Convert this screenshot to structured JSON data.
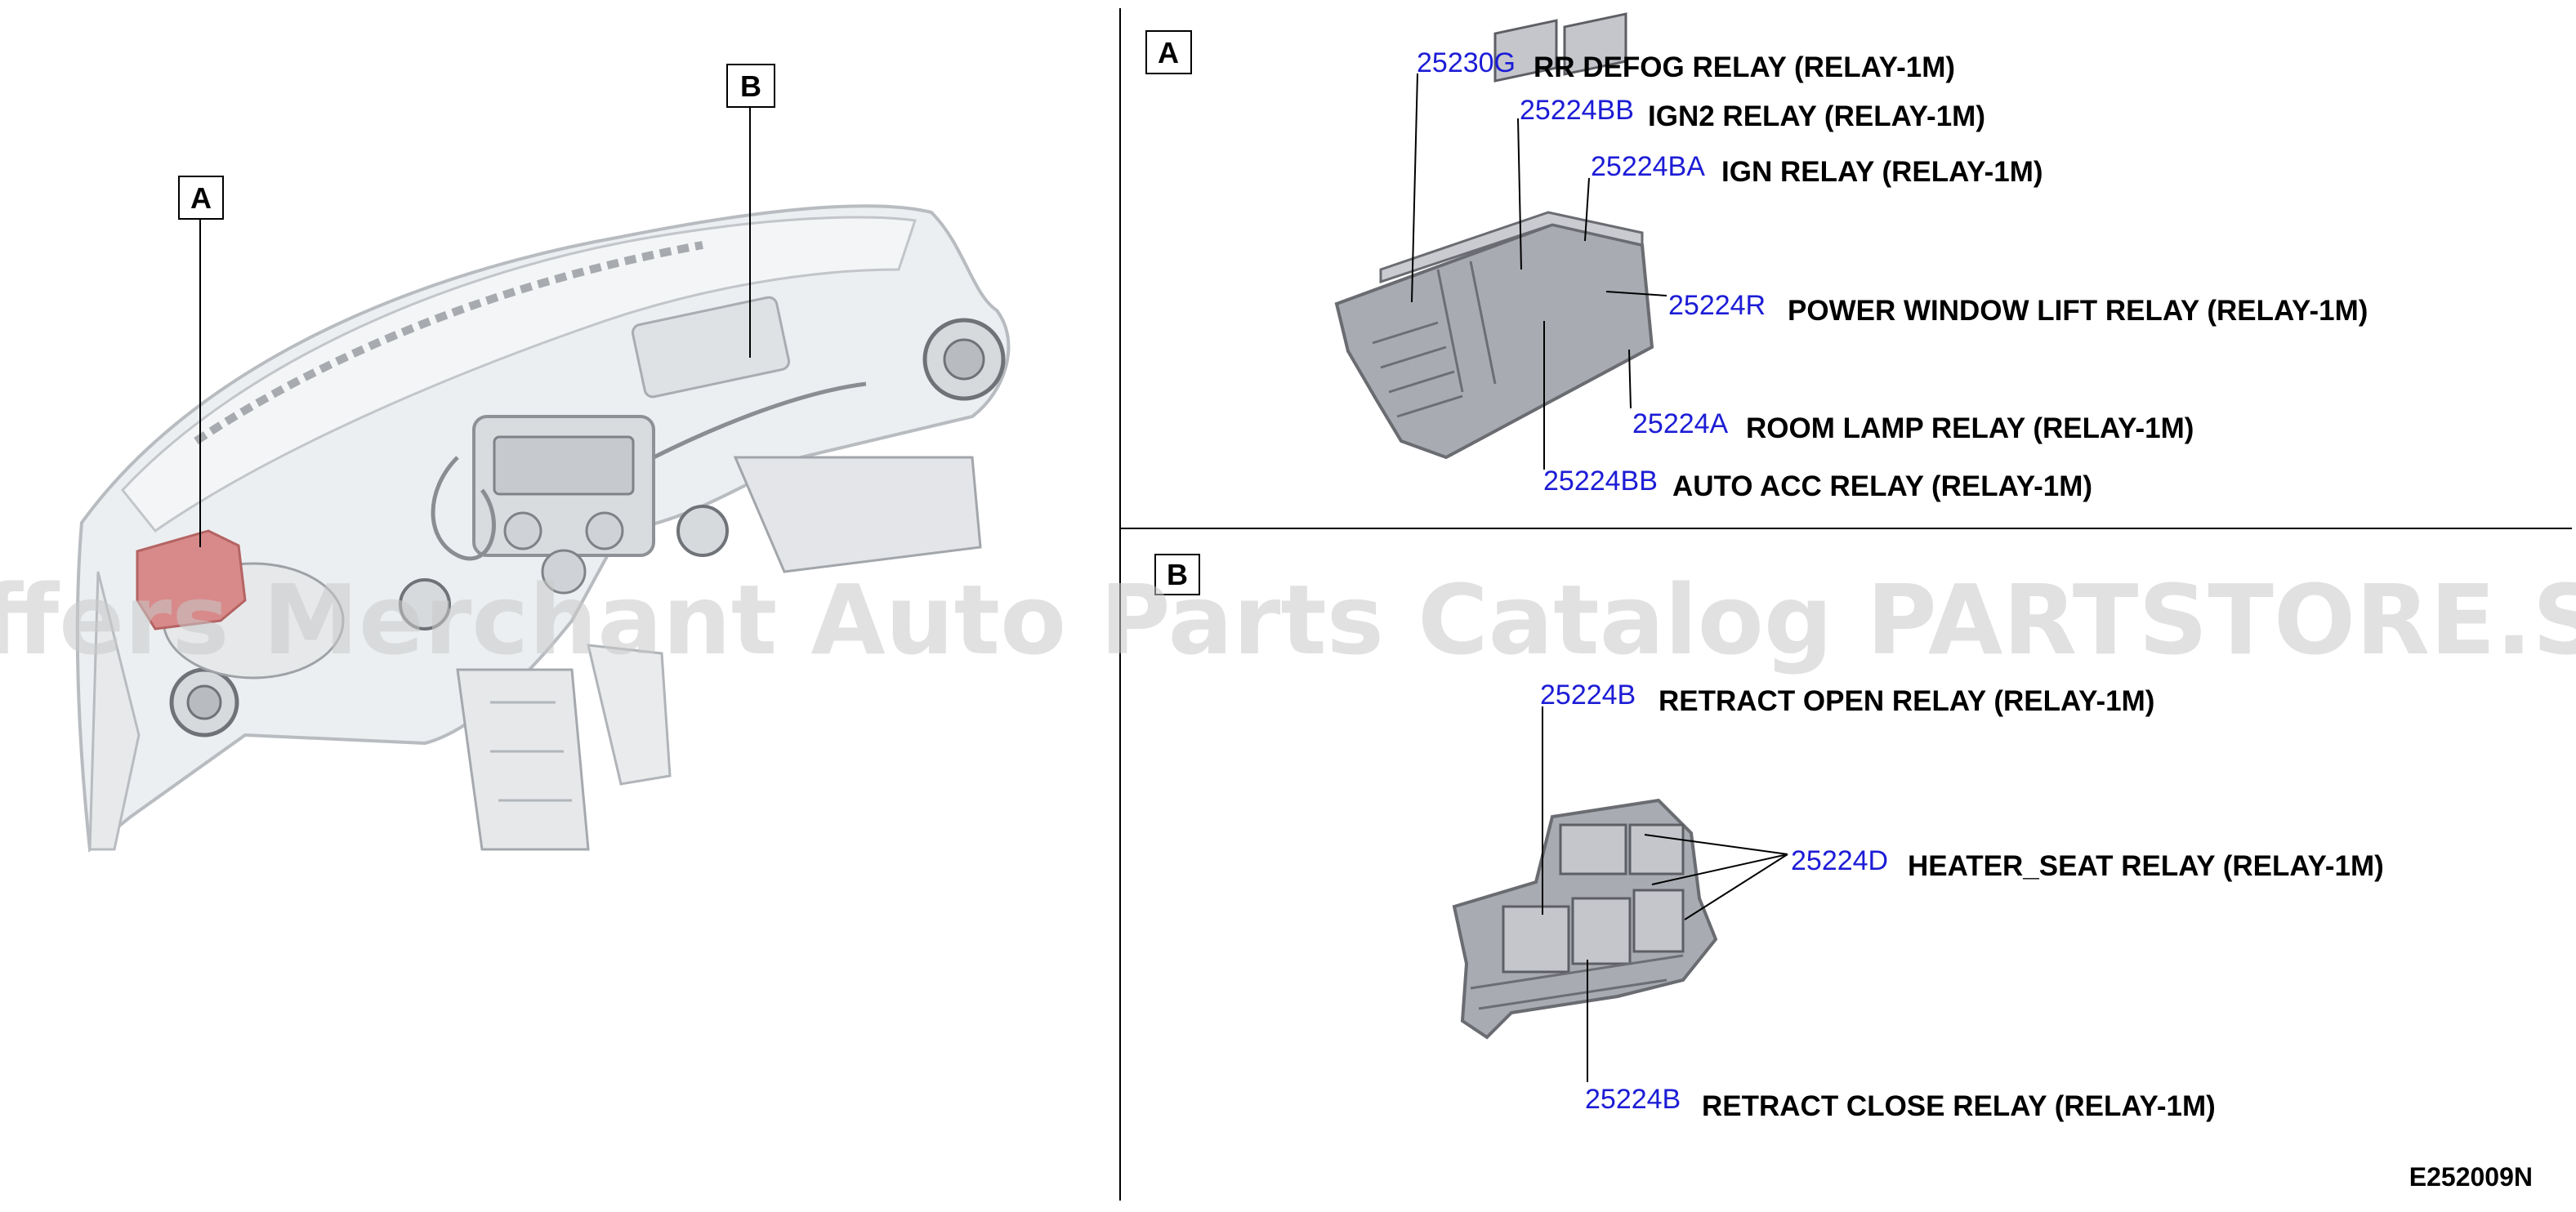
{
  "labels": {
    "a": "A",
    "b": "B"
  },
  "diagram_code": "E252009N",
  "watermark": "Offers Merchant Auto Parts Catalog PARTSTORE.SA",
  "detail_a": {
    "box_label": "A",
    "callouts": [
      {
        "part_no": "25230G",
        "desc": "RR DEFOG RELAY (RELAY-1M)"
      },
      {
        "part_no": "25224BB",
        "desc": "IGN2 RELAY (RELAY-1M)"
      },
      {
        "part_no": "25224BA",
        "desc": "IGN RELAY (RELAY-1M)"
      },
      {
        "part_no": "25224R",
        "desc": "POWER WINDOW LIFT RELAY (RELAY-1M)"
      },
      {
        "part_no": "25224A",
        "desc": "ROOM LAMP RELAY (RELAY-1M)"
      },
      {
        "part_no": "25224BB",
        "desc": "AUTO ACC RELAY (RELAY-1M)"
      }
    ]
  },
  "detail_b": {
    "box_label": "B",
    "callouts": [
      {
        "part_no": "25224B",
        "desc": "RETRACT OPEN RELAY (RELAY-1M)"
      },
      {
        "part_no": "25224D",
        "desc": "HEATER_SEAT RELAY (RELAY-1M)"
      },
      {
        "part_no": "25224B",
        "desc": "RETRACT CLOSE RELAY (RELAY-1M)"
      }
    ]
  },
  "colors": {
    "part_no": "#1c1cd6",
    "highlight": "#d88a8a",
    "relay_box": "#a9abb2"
  }
}
